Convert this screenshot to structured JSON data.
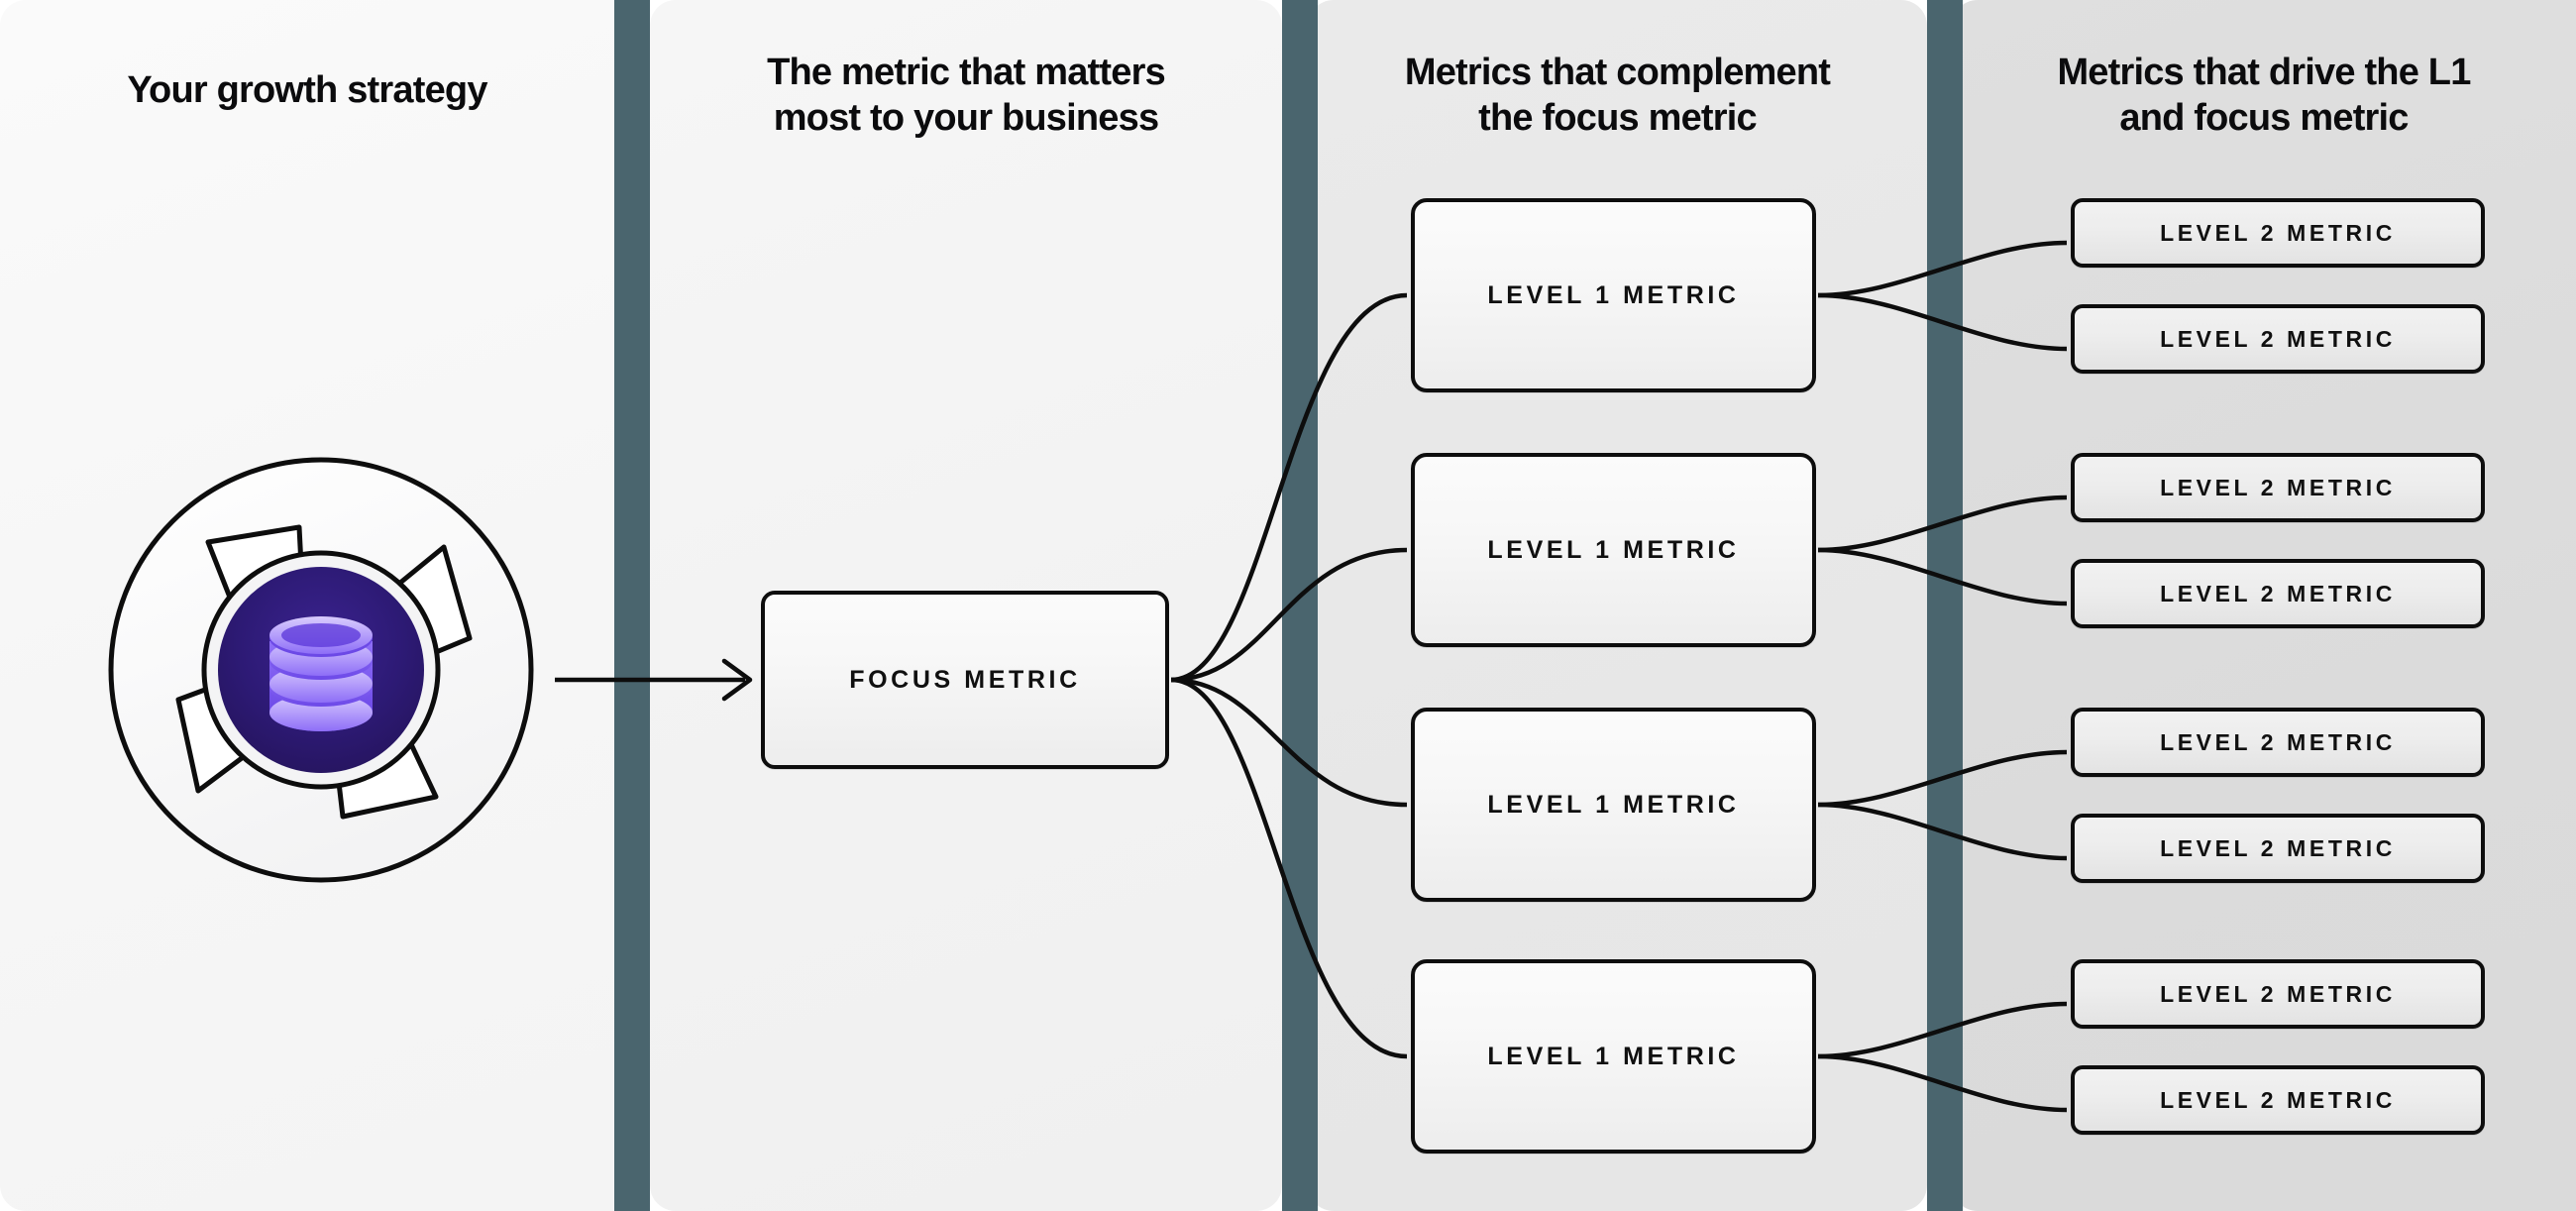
{
  "columns": [
    {
      "id": "growth-strategy",
      "heading": "Your growth strategy"
    },
    {
      "id": "focus",
      "heading": "The metric that matters\nmost to your business"
    },
    {
      "id": "level-1",
      "heading": "Metrics that complement\nthe focus metric"
    },
    {
      "id": "level-2",
      "heading": "Metrics that drive the L1\nand focus metric"
    }
  ],
  "focus_metric": {
    "label": "FOCUS METRIC"
  },
  "level_1_metrics": [
    {
      "label": "LEVEL 1 METRIC"
    },
    {
      "label": "LEVEL 1 METRIC"
    },
    {
      "label": "LEVEL 1 METRIC"
    },
    {
      "label": "LEVEL 1 METRIC"
    }
  ],
  "level_2_metrics": [
    {
      "label": "LEVEL 2 METRIC"
    },
    {
      "label": "LEVEL 2 METRIC"
    },
    {
      "label": "LEVEL 2 METRIC"
    },
    {
      "label": "LEVEL 2 METRIC"
    },
    {
      "label": "LEVEL 2 METRIC"
    },
    {
      "label": "LEVEL 2 METRIC"
    },
    {
      "label": "LEVEL 2 METRIC"
    },
    {
      "label": "LEVEL 2 METRIC"
    }
  ],
  "graphic": {
    "name": "aperture-database-icon",
    "center_icon": "database-icon"
  },
  "colors": {
    "separator": "#4a656e",
    "ink": "#0d0d0d",
    "panel_1_bg": "#f7f7f7",
    "panel_2_bg": "#f2f2f2",
    "panel_3_bg": "#e7e7e7",
    "panel_4_bg": "#dbdbdb",
    "database_dark": "#2a1a6e",
    "database_accent": "#7c5cf5",
    "database_light": "#c9b9fb"
  }
}
